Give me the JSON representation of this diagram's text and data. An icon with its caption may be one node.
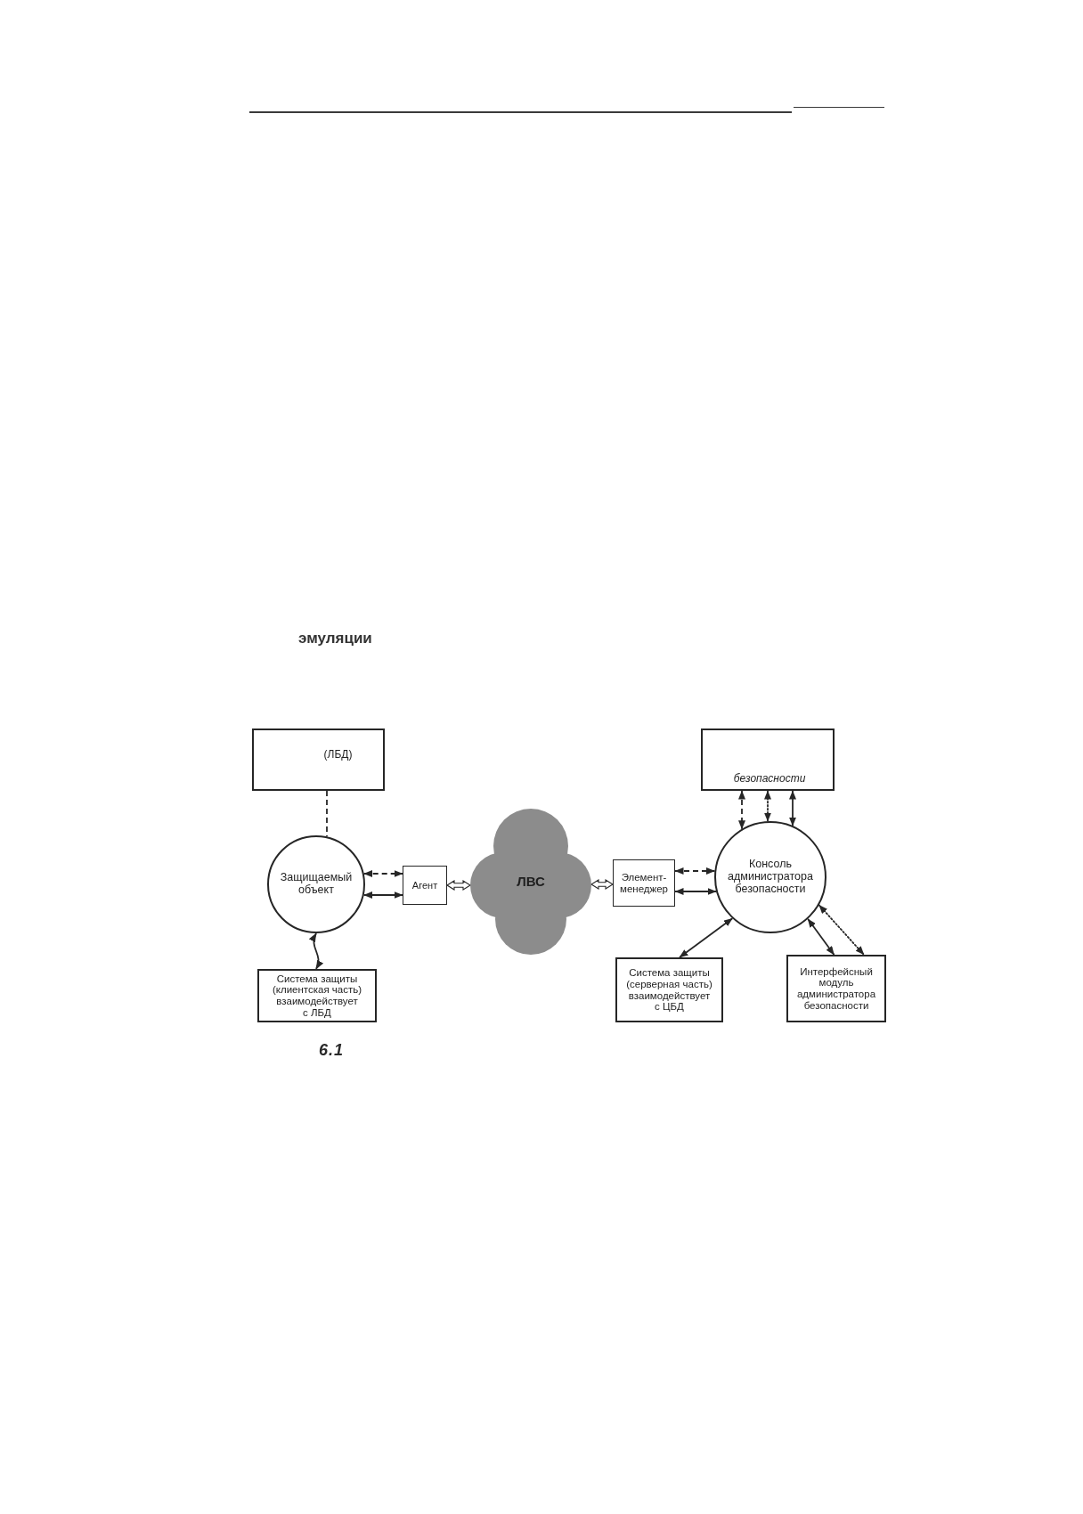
{
  "diagram": {
    "caption": "6.1",
    "nodes": [
      {
        "text": [
          "(ЛБД)"
        ]
      },
      {
        "text": [
          "безопасности"
        ]
      },
      {
        "text": [
          "Защищаемый объект"
        ]
      },
      {
        "text": [
          "Агент"
        ]
      },
      {
        "text": [
          "ЛВС"
        ]
      },
      {
        "text": [
          "Элемент-менеджер"
        ]
      },
      {
        "text": [
          "Консоль администратора безопасности"
        ]
      },
      {
        "text": [
          "Система защиты (клиентская часть) взаимодействует с ЛБД"
        ]
      },
      {
        "text": [
          "Система защиты (серверная часть) взаимодействует с ЦБД"
        ]
      },
      {
        "text": [
          "Интерфейсный модуль администратора безопасности"
        ]
      }
    ],
    "edges": [
      {
        "from": 0,
        "to": 2,
        "arrow": "none",
        "style": "dashed"
      },
      {
        "from": 2,
        "to": 3,
        "arrow": "both",
        "style": "dashed"
      },
      {
        "from": 2,
        "to": 3,
        "arrow": "both"
      },
      {
        "from": 3,
        "to": 4,
        "arrow": "both",
        "style": "thick"
      },
      {
        "from": 4,
        "to": 5,
        "arrow": "both",
        "style": "thick"
      },
      {
        "from": 5,
        "to": 6,
        "arrow": "both",
        "style": "dashed"
      },
      {
        "from": 5,
        "to": 6,
        "arrow": "both"
      },
      {
        "from": 1,
        "to": 6,
        "arrow": "both",
        "style": "dashed"
      },
      {
        "from": 1,
        "to": 6,
        "arrow": "both",
        "style": "dashed"
      },
      {
        "from": 1,
        "to": 6,
        "arrow": "both"
      },
      {
        "from": 2,
        "to": 7,
        "arrow": "both"
      },
      {
        "from": 6,
        "to": 8,
        "arrow": "both"
      },
      {
        "from": 6,
        "to": 9,
        "arrow": "both"
      },
      {
        "from": 6,
        "to": 9,
        "arrow": "both",
        "style": "dashed"
      }
    ],
    "labels": [
      "эмуляции"
    ]
  }
}
